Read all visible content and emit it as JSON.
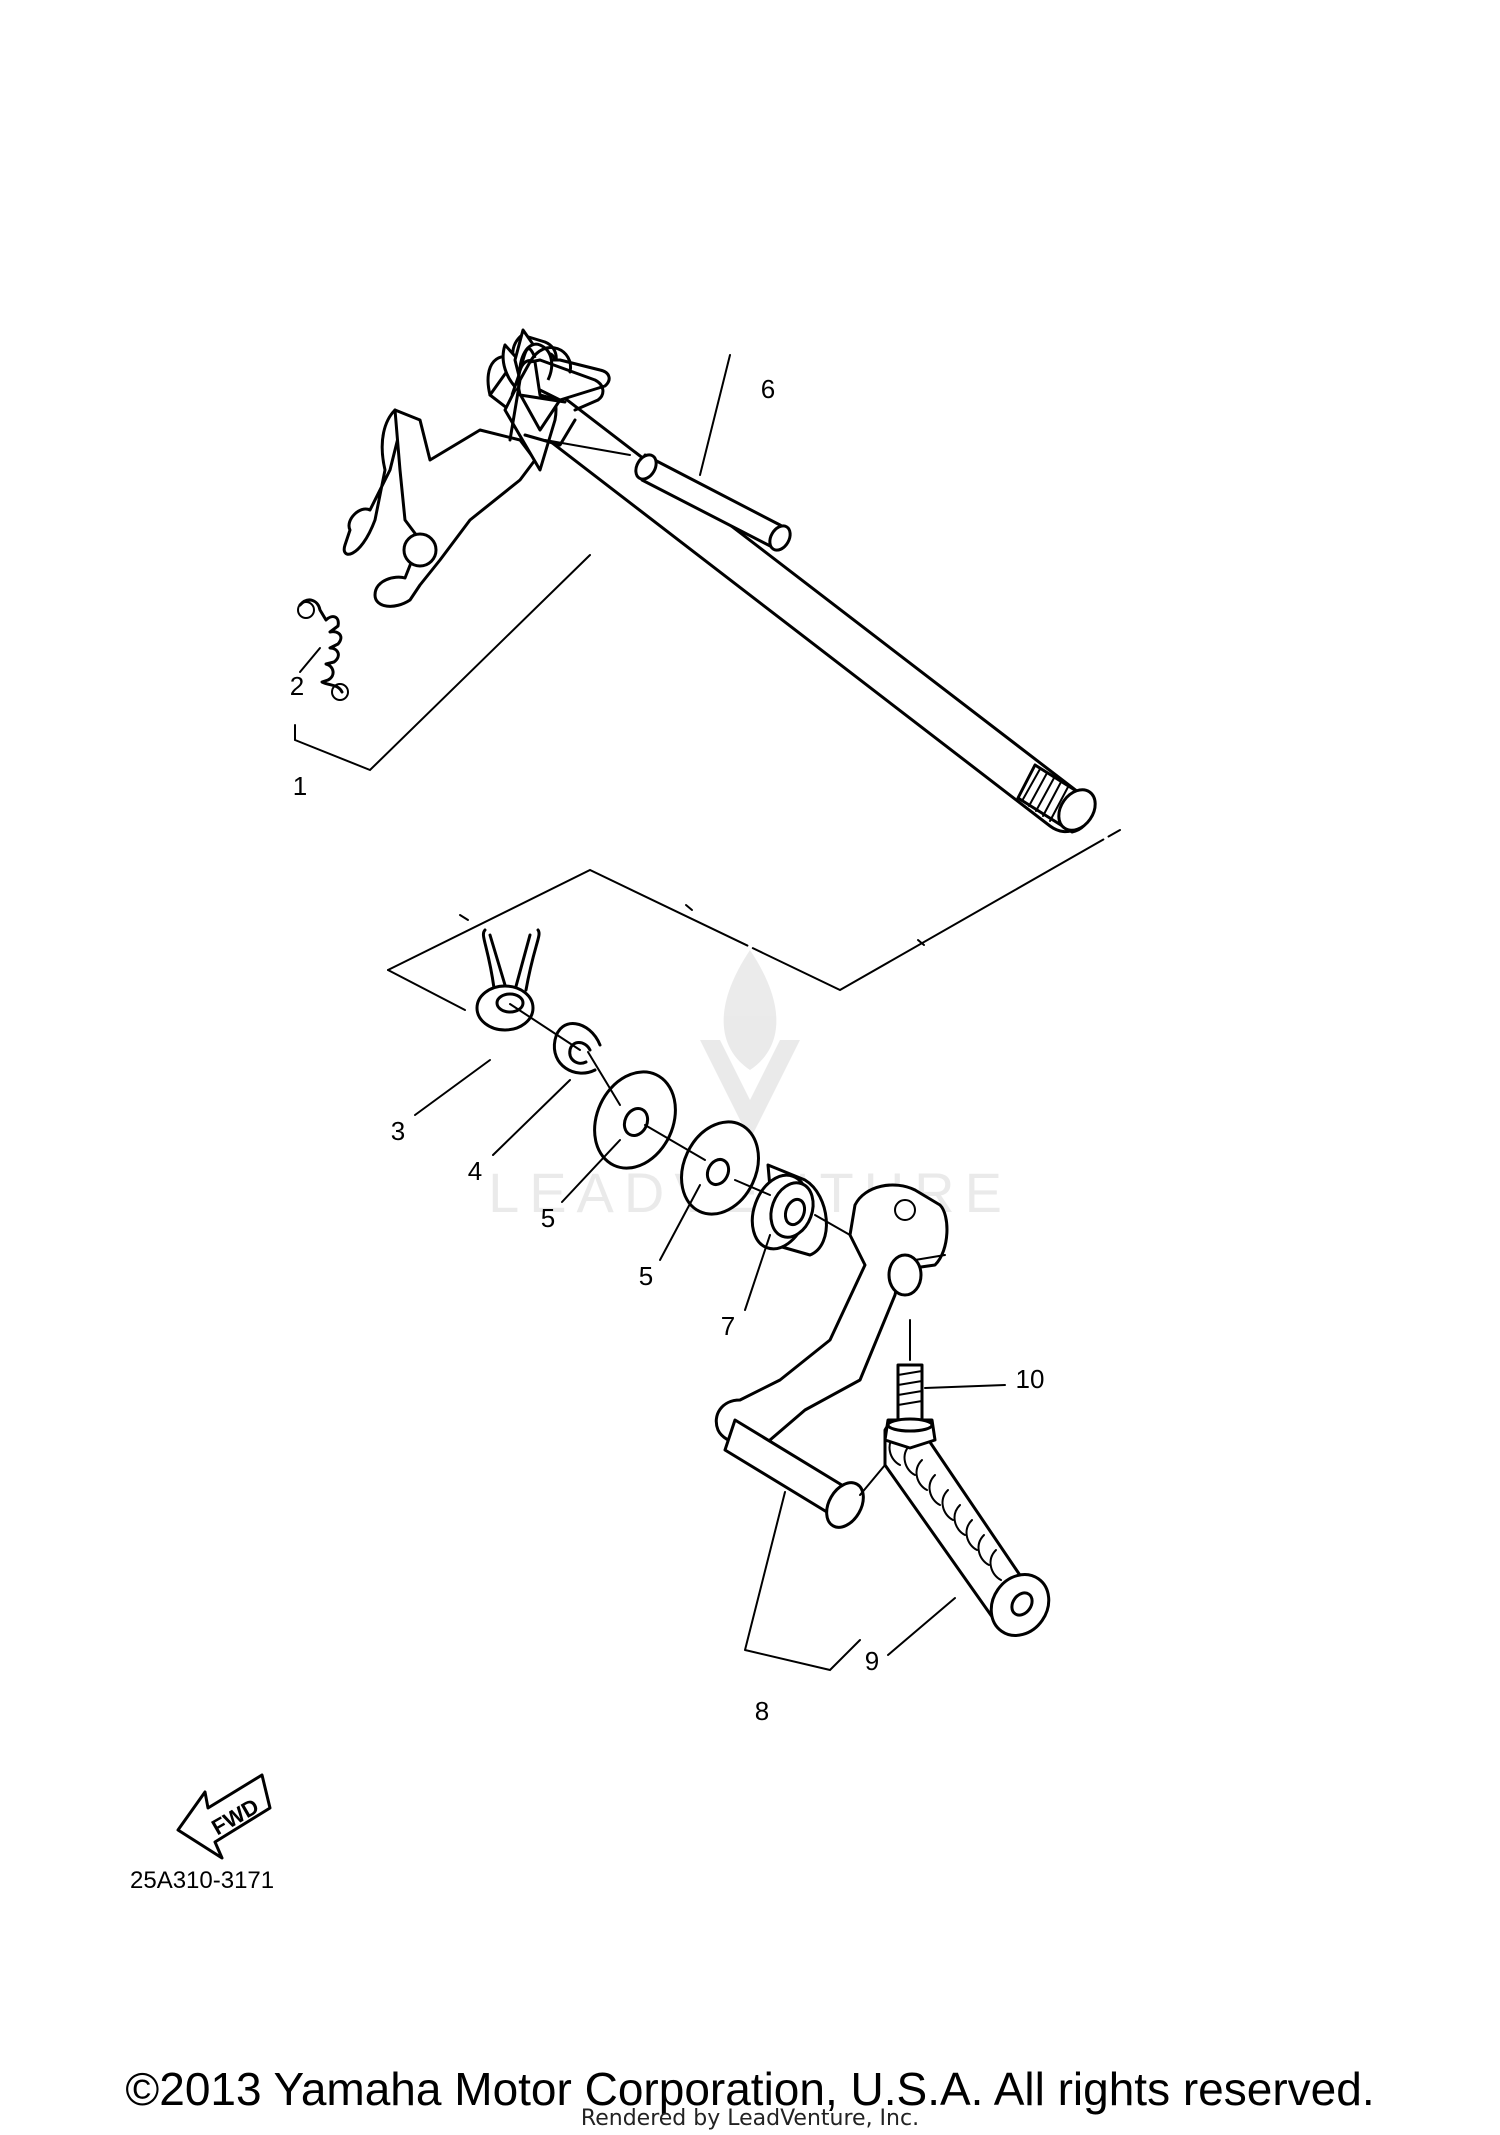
{
  "diagram": {
    "part_labels": [
      "1",
      "2",
      "3",
      "4",
      "5",
      "5",
      "6",
      "7",
      "8",
      "9",
      "10"
    ],
    "fwd_label": "FWD",
    "drawing_code": "25A310-3171",
    "watermark_text": "LEADVENTURE"
  },
  "footer": {
    "copyright": "©2013 Yamaha Motor Corporation, U.S.A. All rights reserved.",
    "rendered_by": "Rendered by LeadVenture, Inc."
  }
}
